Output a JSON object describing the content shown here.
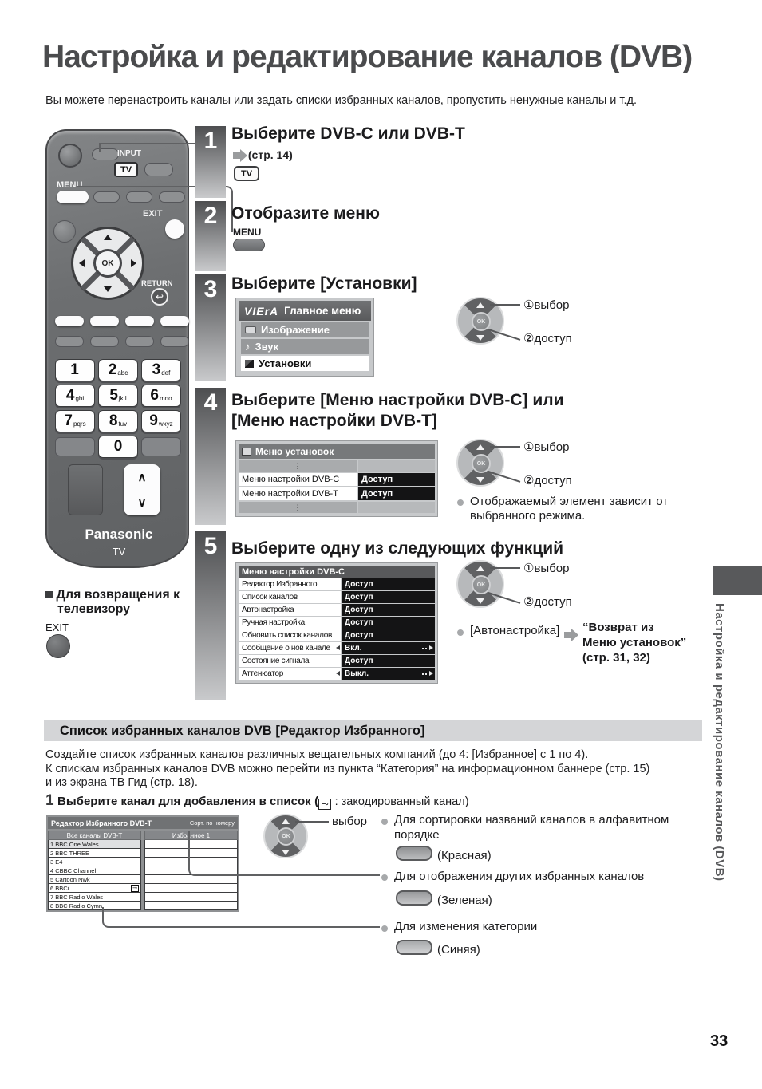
{
  "page": {
    "title": "Настройка и редактирование каналов (DVB)",
    "subtitle": "Вы можете перенастроить каналы или задать списки избранных каналов, пропустить ненужные каналы и т.д.",
    "page_number": "33",
    "sidebar_text": "Настройка и редактирование каналов (DVB)"
  },
  "icons": {
    "key": "⊸",
    "chan_up": "∧",
    "chan_down": "∨",
    "return_glyph": "↩",
    "dots": "⋮",
    "note_glyph": "♪",
    "ok": "OK"
  },
  "remote": {
    "brand": "Panasonic",
    "device": "TV",
    "input_label": "INPUT",
    "tv_button": "TV",
    "menu_label": "MENU",
    "exit_label": "EXIT",
    "return_label": "RETURN",
    "ok_label": "OK",
    "digits": [
      {
        "d": "1",
        "s": ""
      },
      {
        "d": "2",
        "s": "abc"
      },
      {
        "d": "3",
        "s": "def"
      },
      {
        "d": "4",
        "s": "ghi"
      },
      {
        "d": "5",
        "s": "jk l"
      },
      {
        "d": "6",
        "s": "mno"
      },
      {
        "d": "7",
        "s": "pqrs"
      },
      {
        "d": "8",
        "s": "tuv"
      },
      {
        "d": "9",
        "s": "wxyz"
      },
      {
        "d": "0",
        "s": ""
      }
    ]
  },
  "return_note": {
    "line1": "Для возвращения к",
    "line2": "телевизору",
    "button_label": "EXIT"
  },
  "dpad_callouts": {
    "n1": "①",
    "t1": "выбор",
    "n2": "②",
    "t2": "доступ"
  },
  "steps": [
    {
      "num": "1",
      "title": "Выберите DVB-C или DVB-T",
      "ref": "(стр. 14)",
      "button": "TV"
    },
    {
      "num": "2",
      "title": "Отобразите меню",
      "button_label": "MENU"
    },
    {
      "num": "3",
      "title": "Выберите [Установки]",
      "menu": {
        "logo": "VIErA",
        "header": "Главное меню",
        "items": [
          "Изображение",
          "Звук",
          "Установки"
        ]
      }
    },
    {
      "num": "4",
      "title": "Выберите [Меню настройки DVB-C] или",
      "title2": "[Меню настройки DVB-T]",
      "menu": {
        "header": "Меню установок",
        "rows": [
          {
            "label": "Меню настройки DVB-C",
            "value": "Доступ"
          },
          {
            "label": "Меню настройки DVB-T",
            "value": "Доступ"
          }
        ]
      },
      "note1": "Отображаемый элемент зависит от",
      "note2": "выбранного режима."
    },
    {
      "num": "5",
      "title": "Выберите одну из следующих функций",
      "menu": {
        "header": "Меню настройки DVB-C",
        "rows": [
          {
            "label": "Редактор Избранного",
            "value": "Доступ"
          },
          {
            "label": "Список каналов",
            "value": "Доступ"
          },
          {
            "label": "Автонастройка",
            "value": "Доступ"
          },
          {
            "label": "Ручная настройка",
            "value": "Доступ"
          },
          {
            "label": "Обновить список каналов",
            "value": "Доступ"
          },
          {
            "label": "Сообщение о нов канале",
            "value": "Вкл."
          },
          {
            "label": "Состояние сигнала",
            "value": "Доступ"
          },
          {
            "label": "Аттенюатор",
            "value": "Выкл."
          }
        ]
      },
      "note_item": "[Автонастройка]",
      "note_bold1": "“Возврат из",
      "note_bold2": "Меню установок”",
      "note_bold3": "(стр. 31, 32)"
    }
  ],
  "favorites": {
    "heading": "Список избранных каналов DVB [Редактор Избранного]",
    "para1": "Создайте список избранных каналов различных вещательных компаний (до 4: [Избранное] с 1 по 4).",
    "para2": "К спискам избранных каналов DVB можно перейти из пункта “Категория” на информационном баннере (стр. 15)",
    "para3": "и из экрана ТВ Гид (стр. 18).",
    "step_num": "1",
    "step_text": "Выберите канал для добавления в список",
    "step_paren": "(",
    "step_note": ": закодированный канал)",
    "dpad_label": "выбор",
    "table": {
      "title": "Редактор Избранного DVB-T",
      "sort_label": "Сорт. по номеру",
      "col_all": "Все каналы DVB-T",
      "col_fav": "Избранное 1",
      "channels": [
        {
          "num": "1",
          "name": "BBC One Wales"
        },
        {
          "num": "2",
          "name": "BBC THREE"
        },
        {
          "num": "3",
          "name": "E4"
        },
        {
          "num": "4",
          "name": "CBBC Channel"
        },
        {
          "num": "5",
          "name": "Cartoon Nwk"
        },
        {
          "num": "6",
          "name": "BBCi"
        },
        {
          "num": "7",
          "name": "BBC Radio Wales"
        },
        {
          "num": "8",
          "name": "BBC Radio Cymn."
        }
      ]
    },
    "bullets": [
      {
        "text1": "Для сортировки названий каналов в алфавитном",
        "text2": "порядке",
        "button": "(Красная)"
      },
      {
        "text1": "Для отображения других избранных каналов",
        "text2": "",
        "button": "(Зеленая)"
      },
      {
        "text1": "Для изменения категории",
        "text2": "",
        "button": "(Синяя)"
      }
    ]
  }
}
